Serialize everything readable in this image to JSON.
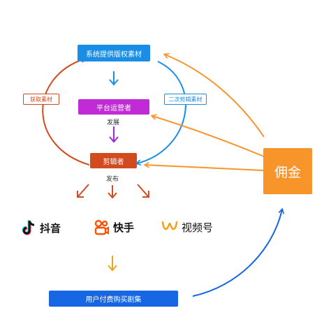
{
  "nodes": {
    "system": "系统提供版权素材",
    "platform": "平台运营者",
    "editor": "剪辑者",
    "commission": "佣金",
    "payment": "用户付费购买剧集"
  },
  "edges": {
    "acquire": "获取素材",
    "secondary_edit": "二次剪辑素材",
    "develop": "发展",
    "publish": "发布"
  },
  "platforms": [
    {
      "name": "抖音",
      "icon": "tiktok-icon"
    },
    {
      "name": "快手",
      "icon": "kuaishou-icon"
    },
    {
      "name": "视频号",
      "icon": "wechat-channels-icon"
    }
  ],
  "colors": {
    "blue": "#1a8ee6",
    "magenta": "#c02bd6",
    "rust": "#d24a1e",
    "orange": "#f7952a",
    "purple_arrow": "#a126e0",
    "gold_arrow": "#f2a31c",
    "payment_blue": "#1766e3"
  }
}
